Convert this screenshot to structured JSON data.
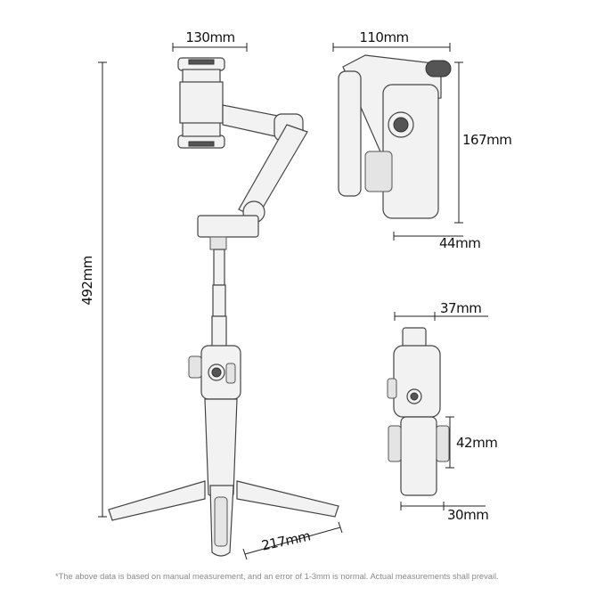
{
  "dimensions": {
    "width_unfolded": "130mm",
    "depth_folded": "110mm",
    "height_folded": "167mm",
    "base_depth_folded": "44mm",
    "total_height": "492mm",
    "width_compact": "37mm",
    "handle_height_compact": "42mm",
    "base_width_compact": "30mm",
    "tripod_span": "217mm"
  },
  "footnote": "*The above data is based on manual measurement, and an error of 1-3mm is normal. Actual measurements shall prevail.",
  "colors": {
    "line": "#222222",
    "device_fill": "#f2f2f2",
    "note_text": "#8a8a8a"
  }
}
